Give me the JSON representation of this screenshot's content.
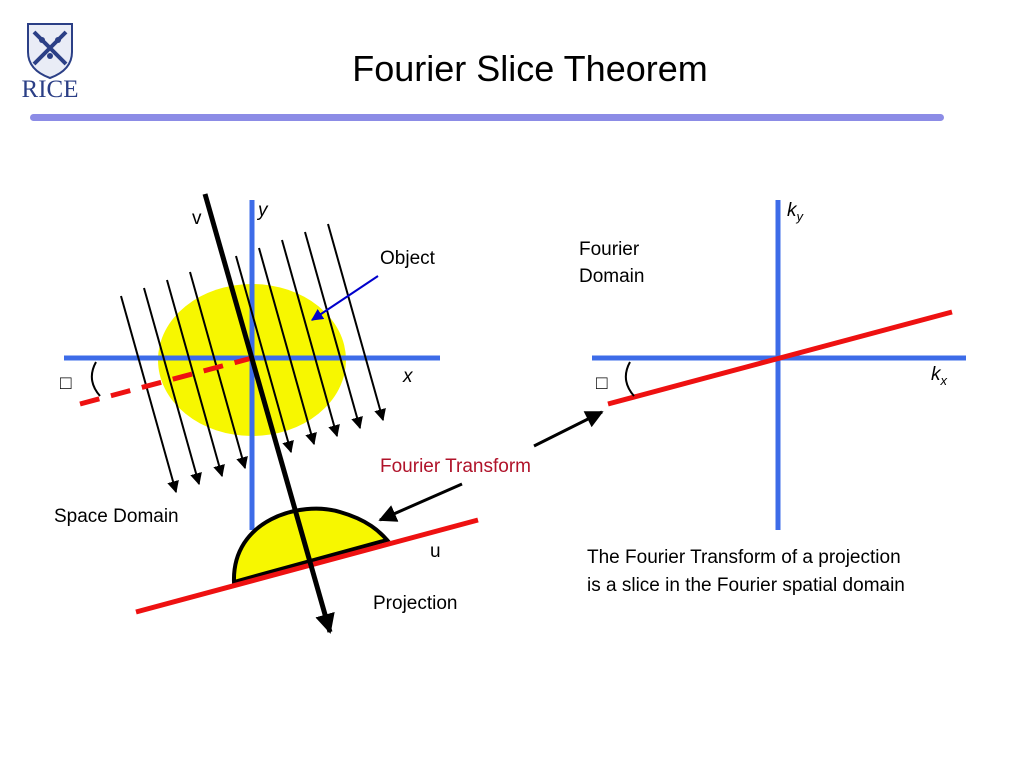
{
  "title": "Fourier Slice Theorem",
  "logo": {
    "text": "RICE"
  },
  "colors": {
    "axis": "#3d6ce8",
    "slice": "#ee1111",
    "object": "#f7f700",
    "title_rule": "#8c8ce6",
    "ft_label": "#b0132a",
    "arrow_blue": "#0000cc"
  },
  "space": {
    "axis_x": "x",
    "axis_y": "y",
    "axis_v": "v",
    "axis_u": "u",
    "theta": "□",
    "object_label": "Object",
    "domain_label": "Space Domain",
    "projection_label": "Projection"
  },
  "ft_label": "Fourier Transform",
  "fourier": {
    "domain_line1": "Fourier",
    "domain_line2": "Domain",
    "theta": "□",
    "kx_base": "k",
    "kx_sub": "x",
    "ky_base": "k",
    "ky_sub": "y",
    "caption_line1": "The Fourier Transform of a projection",
    "caption_line2": "is a slice in the Fourier spatial domain"
  }
}
